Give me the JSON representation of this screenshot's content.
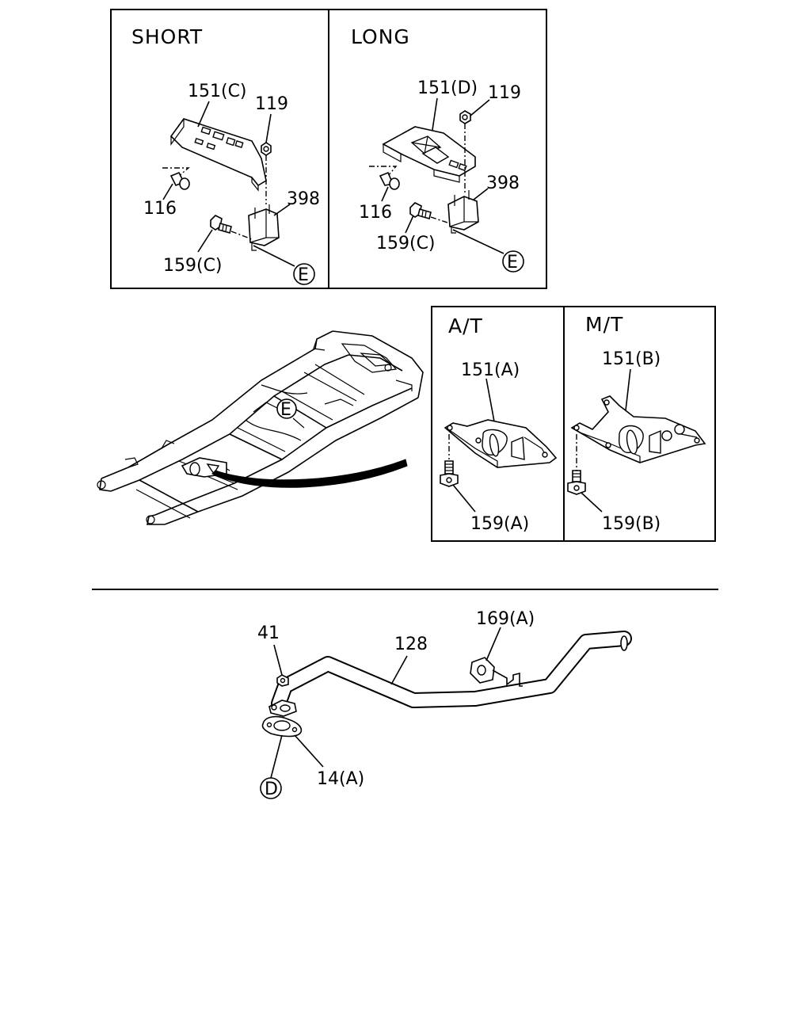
{
  "panels": {
    "short": {
      "title": "SHORT"
    },
    "long": {
      "title": "LONG"
    },
    "at": {
      "title": "A/T"
    },
    "mt": {
      "title": "M/T"
    }
  },
  "callouts": {
    "short_151c": "151(C)",
    "short_119": "119",
    "short_116": "116",
    "short_398": "398",
    "short_159c": "159(C)",
    "short_e": "E",
    "long_151d": "151(D)",
    "long_119": "119",
    "long_116": "116",
    "long_398": "398",
    "long_159c": "159(C)",
    "long_e": "E",
    "frame_e": "E",
    "at_151a": "151(A)",
    "at_159a": "159(A)",
    "mt_151b": "151(B)",
    "mt_159b": "159(B)",
    "pipe_41": "41",
    "pipe_128": "128",
    "pipe_169a": "169(A)",
    "pipe_14a": "14(A)",
    "pipe_d": "D"
  }
}
